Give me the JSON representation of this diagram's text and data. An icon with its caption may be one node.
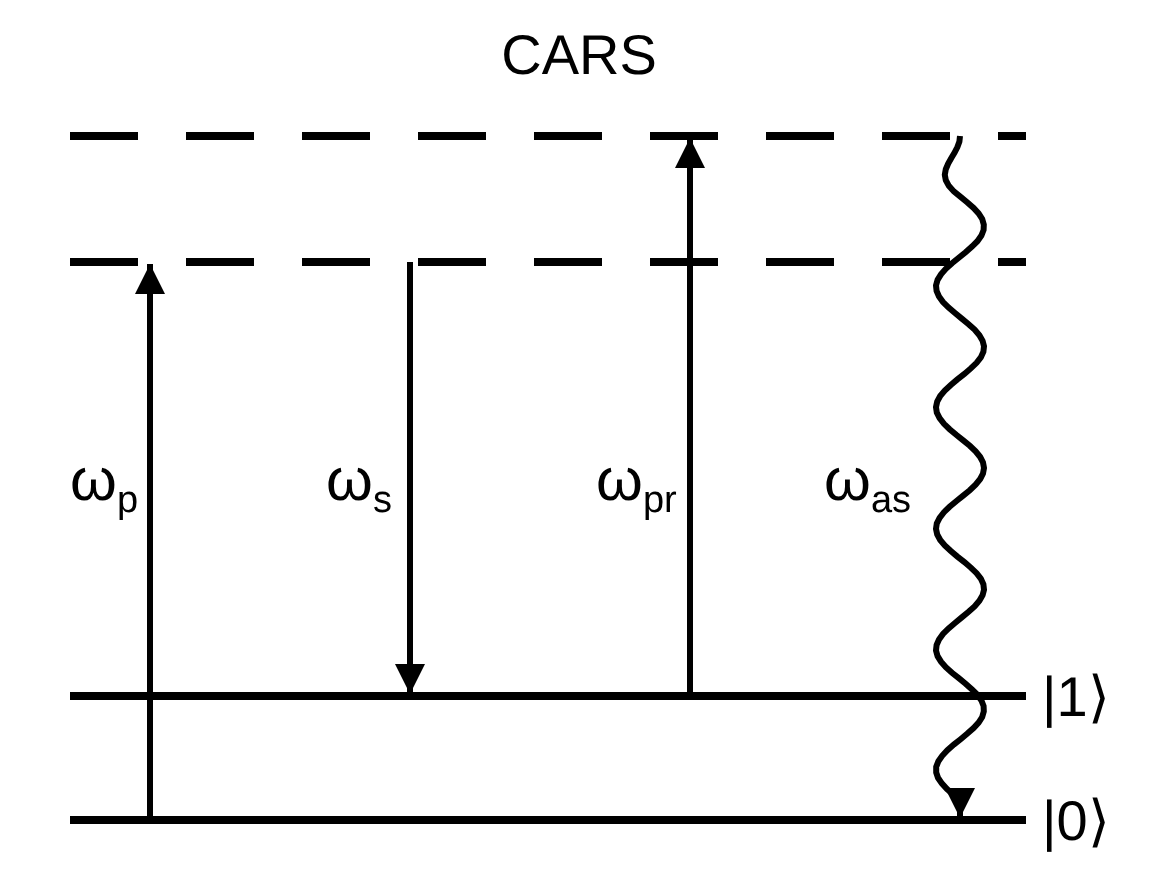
{
  "diagram": {
    "title": "CARS",
    "nodes": [
      {
        "text": [],
        "shape": "bar"
      },
      {
        "text": [],
        "shape": "bar"
      },
      {
        "text": [],
        "shape": "bar",
        "beside": [
          "|1⟩"
        ]
      },
      {
        "text": [],
        "shape": "bar",
        "beside": [
          "|0⟩"
        ]
      }
    ],
    "edges": [
      {
        "from": 3,
        "to": 1,
        "arrow": "to",
        "label": "ω$_{p}$"
      },
      {
        "from": 1,
        "to": 2,
        "arrow": "to",
        "label": "ω$_{s}$"
      },
      {
        "from": 2,
        "to": 0,
        "arrow": "to",
        "label": "ω$_{pr}$"
      },
      {
        "from": 0,
        "to": 3,
        "arrow": "to",
        "label": "ω$_{as}$"
      }
    ]
  }
}
